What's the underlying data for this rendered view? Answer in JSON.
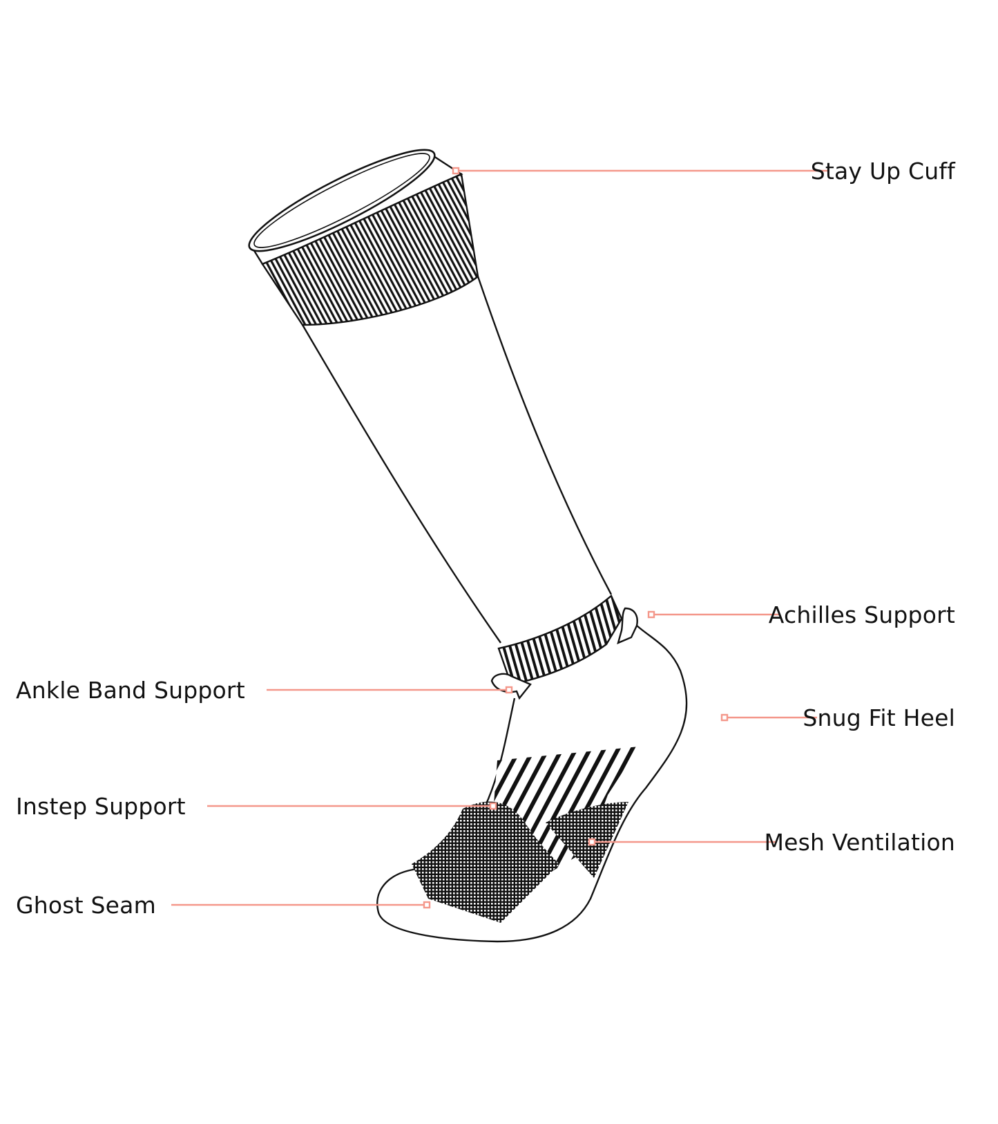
{
  "diagram": {
    "subject": "Knee-high sock feature callouts",
    "accent_color": "#F4978A",
    "stroke_color": "#111111",
    "background": "#FFFFFF",
    "callouts": [
      {
        "id": "stay-up-cuff",
        "label": "Stay Up Cuff",
        "side": "right"
      },
      {
        "id": "achilles-support",
        "label": "Achilles Support",
        "side": "right"
      },
      {
        "id": "ankle-band-support",
        "label": "Ankle Band Support",
        "side": "left"
      },
      {
        "id": "snug-fit-heel",
        "label": "Snug Fit Heel",
        "side": "right"
      },
      {
        "id": "instep-support",
        "label": "Instep Support",
        "side": "left"
      },
      {
        "id": "mesh-ventilation",
        "label": "Mesh Ventilation",
        "side": "right"
      },
      {
        "id": "ghost-seam",
        "label": "Ghost Seam",
        "side": "left"
      }
    ]
  }
}
